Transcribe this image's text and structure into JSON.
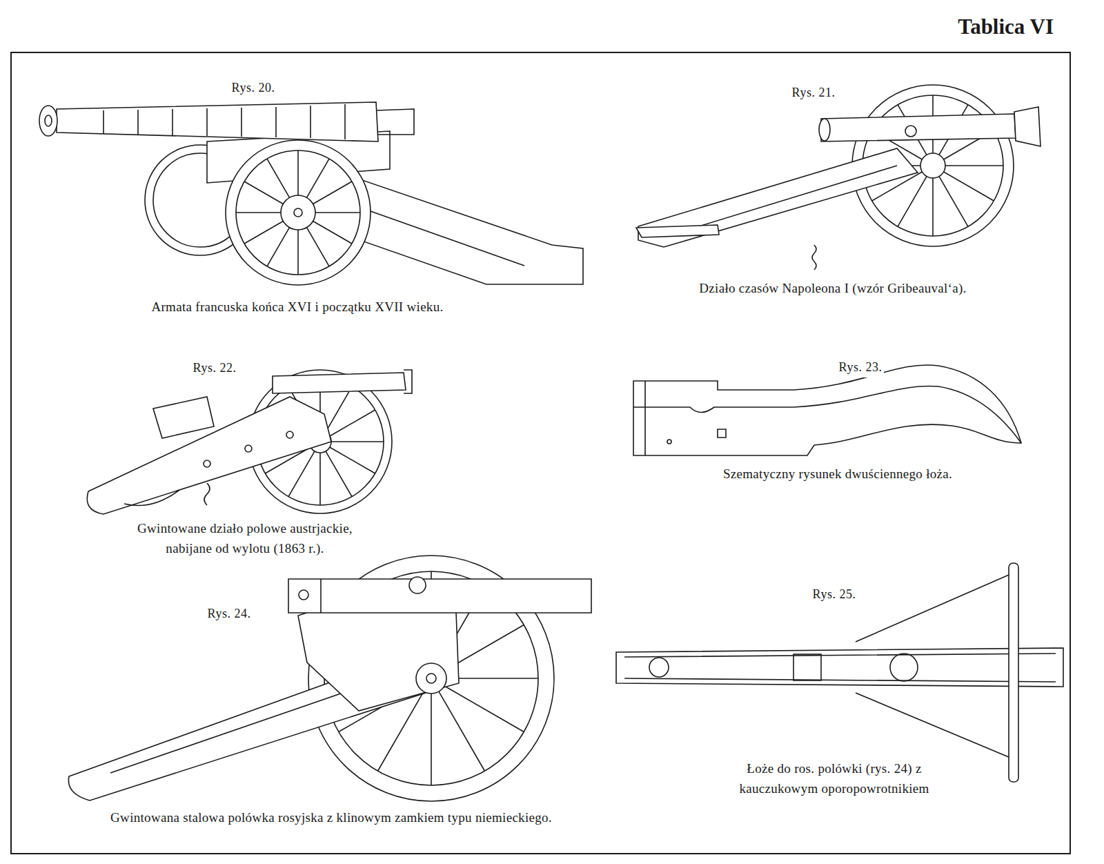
{
  "diagram": {
    "title": "Tablica VI",
    "labels": [
      "Rys. 20.",
      "Armata francuska końca XVI i początku XVII wieku.",
      "Rys. 21.",
      "Działo czasów Napoleona I (wzór Gribeauval‘a).",
      "Rys. 22.",
      "Gwintowane działo polowe austrjackie, nabijane od wylotu (1863 r.).",
      "Rys. 23.",
      "Szematyczny rysunek dwuściennego łoża.",
      "Rys. 24.",
      "Gwintowana stalowa polówka rosyjska z klinowym zamkiem typu niemieckiego.",
      "Rys. 25.",
      "Łoże do ros. polówki (rys. 24) z kauczukowym oporopowrotnikiem"
    ]
  }
}
